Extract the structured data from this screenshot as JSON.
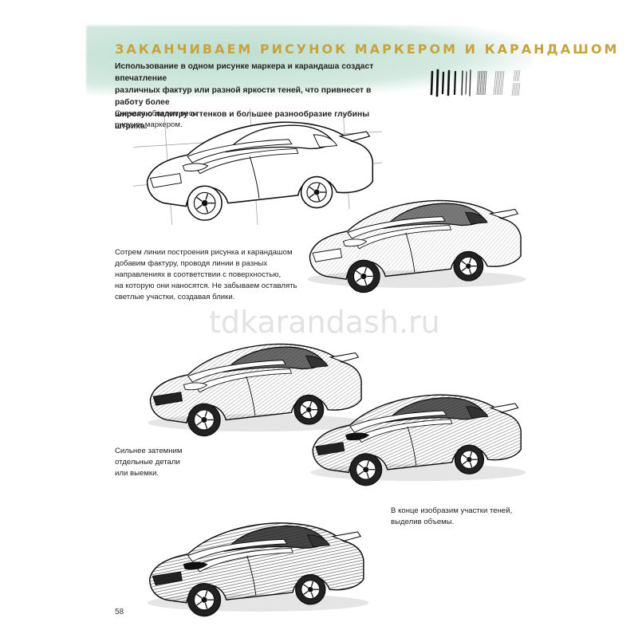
{
  "header": {
    "title": "ЗАКАНЧИВАЕМ РИСУНОК МАРКЕРОМ И КАРАНДАШОМ",
    "band_color": "#b2d8c8",
    "title_color": "#c8a23c"
  },
  "intro": {
    "line1": "Использование в одном рисунке маркера и карандаша создаст впечатление",
    "line2": "различных фактур или разной яркости теней, что привнесет в работу более",
    "line3": "широкую палитру оттенков и большее разнообразие глубины штриха."
  },
  "captions": {
    "step1": {
      "line1": "Сначала обведем весь",
      "line2": "рисунок маркером."
    },
    "step2": {
      "line1": "Сотрем линии построения рисунка и карандашом",
      "line2": "добавим фактуру, проводя линии в разных",
      "line3": "направлениях в соответствии с поверхностью,",
      "line4": "на которую они наносятся. Не забываем оставлять",
      "line5": "светлые участки, создавая блики."
    },
    "step3": {
      "line1": "Сильнее затемним",
      "line2": "отдельные детали",
      "line3": "или выемки."
    },
    "step4": {
      "line1": "В конце изобразим участки теней,",
      "line2": "выделив объемы."
    }
  },
  "watermark": "tdkarandash.ru",
  "page_number": "58",
  "illustrations": [
    {
      "name": "car-sketch-outline",
      "shading": 0
    },
    {
      "name": "car-sketch-marker",
      "shading": 1
    },
    {
      "name": "car-sketch-texture",
      "shading": 2
    },
    {
      "name": "car-sketch-dark-details",
      "shading": 3
    },
    {
      "name": "car-sketch-final",
      "shading": 4
    }
  ]
}
